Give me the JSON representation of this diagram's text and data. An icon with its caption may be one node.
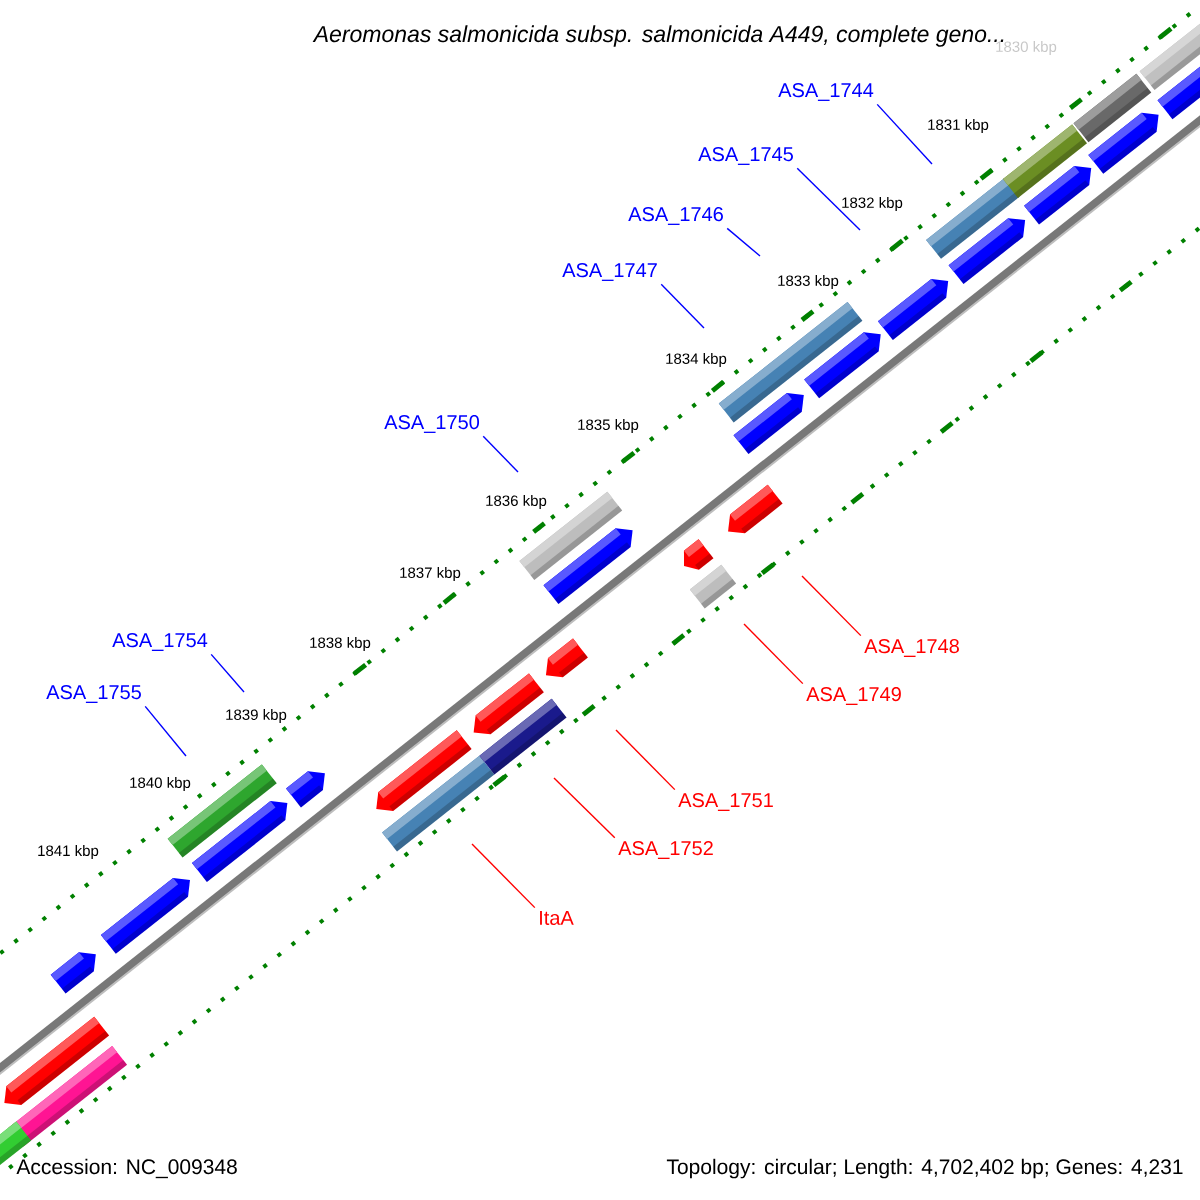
{
  "diagram": {
    "title": "Aeromonas salmonicida subsp. salmonicida A449, complete geno...",
    "nodes": [
      {
        "text": [
          "ASA_1744"
        ]
      },
      {
        "text": [
          "ASA_1745"
        ]
      },
      {
        "text": [
          "ASA_1746"
        ]
      },
      {
        "text": [
          "ASA_1747"
        ]
      },
      {
        "text": [
          "ASA_1750"
        ]
      },
      {
        "text": [
          "ASA_1754"
        ]
      },
      {
        "text": [
          "ASA_1748"
        ]
      },
      {
        "text": [
          "ASA_1755"
        ]
      },
      {
        "text": [
          "ASA_1749"
        ]
      },
      {
        "text": [
          "ASA_1751"
        ]
      },
      {
        "text": [
          "ASA_1752"
        ]
      },
      {
        "text": [
          "ItaA"
        ]
      }
    ],
    "edges": [
      {
        "from": 0,
        "to": null,
        "arrow": "none"
      },
      {
        "from": 1,
        "to": null,
        "arrow": "none"
      },
      {
        "from": 2,
        "to": null,
        "arrow": "none"
      },
      {
        "from": 3,
        "to": null,
        "arrow": "none"
      },
      {
        "from": 4,
        "to": null,
        "arrow": "none"
      },
      {
        "from": 5,
        "to": null,
        "arrow": "none"
      },
      {
        "from": 6,
        "to": null,
        "arrow": "none",
        "color": "#ff0000"
      },
      {
        "from": 7,
        "to": null,
        "arrow": "none"
      },
      {
        "from": 8,
        "to": null,
        "arrow": "none",
        "color": "#ff0000"
      },
      {
        "from": 9,
        "to": null,
        "arrow": "none",
        "color": "#ff0000"
      },
      {
        "from": 10,
        "to": null,
        "arrow": "none",
        "color": "#ff0000"
      },
      {
        "from": 11,
        "to": null,
        "arrow": "none",
        "color": "#ff0000"
      }
    ],
    "labels": [
      "1830 kbp",
      "1831 kbp",
      "1832 kbp",
      "1833 kbp",
      "1834 kbp",
      "1835 kbp",
      "1836 kbp",
      "1837 kbp",
      "1838 kbp",
      "1839 kbp",
      "1840 kbp",
      "1841 kbp",
      "Accession: NC_009348",
      "Topology: circular; Length: 4,702,402 bp; Genes: 4,231"
    ]
  }
}
